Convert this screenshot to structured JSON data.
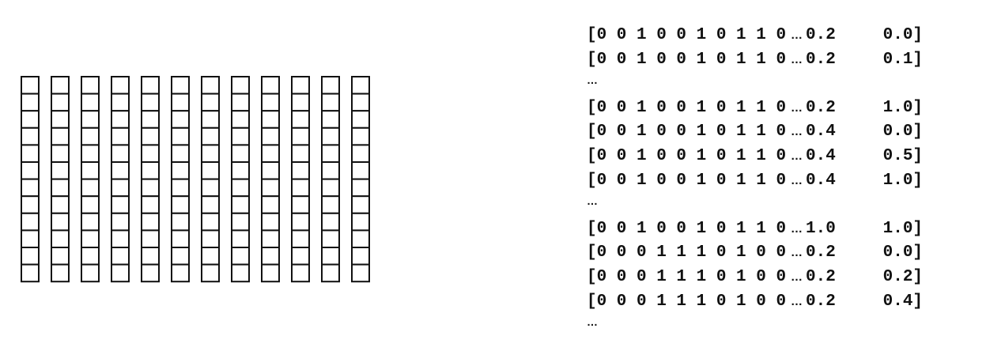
{
  "grid": {
    "columns": 12,
    "cells_per_column": 12
  },
  "vectors": [
    {
      "kind": "row",
      "bits": "[0 0 1 0 0 1 0 1 1 0",
      "ellipsis": "…",
      "a": "0.2",
      "b": "0.0]"
    },
    {
      "kind": "row",
      "bits": "[0 0 1 0 0 1 0 1 1 0",
      "ellipsis": "…",
      "a": "0.2",
      "b": "0.1]"
    },
    {
      "kind": "ellipsis",
      "text": "…"
    },
    {
      "kind": "row",
      "bits": "[0 0 1 0 0 1 0 1 1 0",
      "ellipsis": "…",
      "a": "0.2",
      "b": "1.0]"
    },
    {
      "kind": "row",
      "bits": "[0 0 1 0 0 1 0 1 1 0",
      "ellipsis": "…",
      "a": "0.4",
      "b": "0.0]"
    },
    {
      "kind": "row",
      "bits": "[0 0 1 0 0 1 0 1 1 0",
      "ellipsis": "…",
      "a": "0.4",
      "b": "0.5]"
    },
    {
      "kind": "row",
      "bits": "[0 0 1 0 0 1 0 1 1 0",
      "ellipsis": "…",
      "a": "0.4",
      "b": "1.0]"
    },
    {
      "kind": "ellipsis",
      "text": "…"
    },
    {
      "kind": "row",
      "bits": "[0 0 1 0 0 1 0 1 1 0",
      "ellipsis": "…",
      "a": "1.0",
      "b": "1.0]"
    },
    {
      "kind": "row",
      "bits": "[0 0 0 1 1 1 0 1 0 0",
      "ellipsis": "…",
      "a": "0.2",
      "b": "0.0]"
    },
    {
      "kind": "row",
      "bits": "[0 0 0 1 1 1 0 1 0 0",
      "ellipsis": "…",
      "a": "0.2",
      "b": "0.2]"
    },
    {
      "kind": "row",
      "bits": "[0 0 0 1 1 1 0 1 0 0",
      "ellipsis": "…",
      "a": "0.2",
      "b": "0.4]"
    },
    {
      "kind": "ellipsis",
      "text": "…"
    }
  ]
}
